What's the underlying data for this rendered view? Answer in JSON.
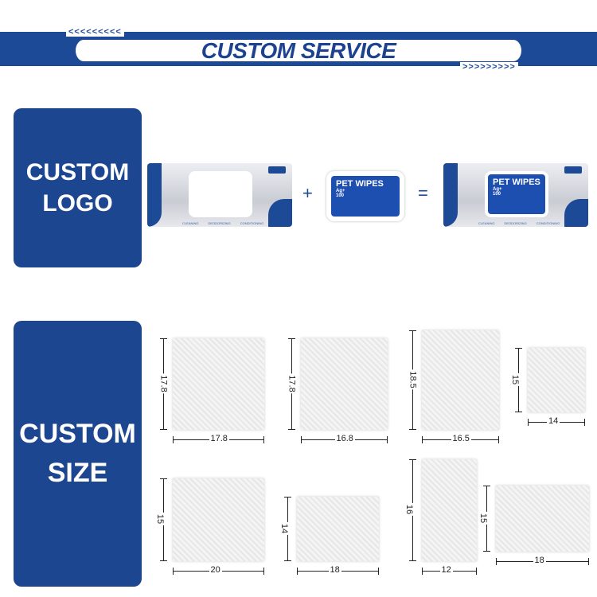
{
  "banner": {
    "title": "CUSTOM SERVICE",
    "chevrons_left": "<<<<<<<<<",
    "chevrons_right": ">>>>>>>>>"
  },
  "logo_section": {
    "heading_line1": "CUSTOM",
    "heading_line2": "LOGO",
    "plus": "+",
    "equals": "=",
    "label": {
      "title": "PET WIPES",
      "sub": "Ag+",
      "count": "100"
    },
    "features": [
      "CLEANING",
      "DEODORIZING",
      "CONDITIONING"
    ]
  },
  "size_section": {
    "heading_line1": "CUSTOM",
    "heading_line2": "SIZE",
    "wipes": [
      {
        "height": "17.8",
        "width": "17.8"
      },
      {
        "height": "17.8",
        "width": "16.8"
      },
      {
        "height": "18.5",
        "width": "16.5"
      },
      {
        "height": "15",
        "width": "14"
      },
      {
        "height": "15",
        "width": "20"
      },
      {
        "height": "14",
        "width": "18"
      },
      {
        "height": "16",
        "width": "12"
      },
      {
        "height": "15",
        "width": "18"
      }
    ]
  },
  "colors": {
    "brand_blue": "#1d4a96"
  }
}
